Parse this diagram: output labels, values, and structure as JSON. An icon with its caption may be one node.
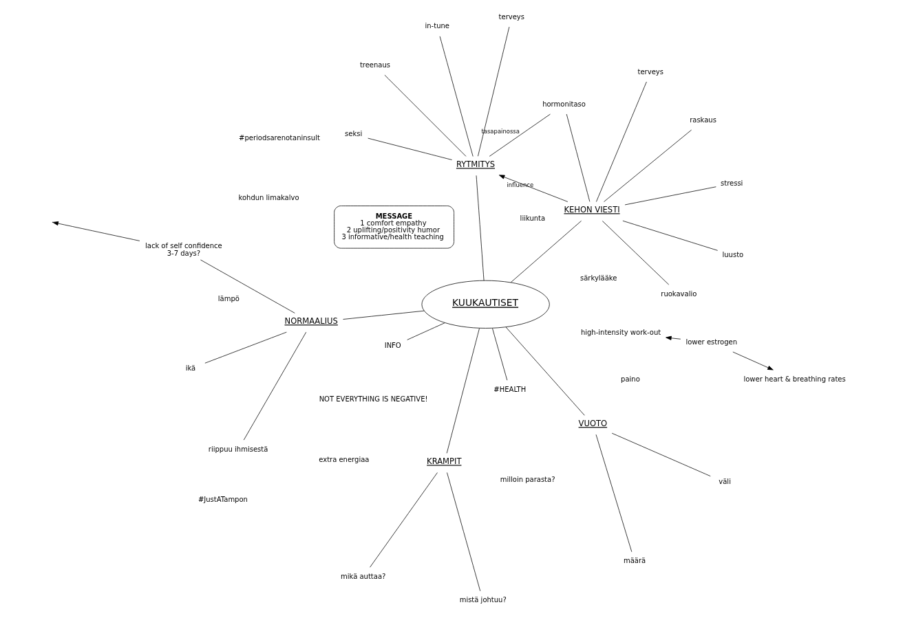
{
  "diagram": {
    "nodes": [
      {
        "text": [
          "MESSAGE",
          "1 comfort empathy",
          "2 uplifting/positivity humor",
          "3 informative/health teaching"
        ]
      },
      {
        "text": [
          "KRAMPIT"
        ]
      },
      {
        "text": [
          "mikä auttaa?"
        ]
      },
      {
        "text": [
          "mistä johtuu?"
        ]
      },
      {
        "text": [
          "INFO"
        ]
      },
      {
        "text": [
          "#HEALTH"
        ]
      },
      {
        "text": [
          "KUUKAUTISET"
        ]
      },
      {
        "text": [
          "KEHON VIESTI"
        ]
      },
      {
        "text": [
          "terveys"
        ]
      },
      {
        "text": [
          "ruokavalio"
        ]
      },
      {
        "text": [
          "stressi"
        ]
      },
      {
        "text": [
          "hormonitaso"
        ]
      },
      {
        "text": [
          "raskaus"
        ]
      },
      {
        "text": [
          "luusto"
        ]
      },
      {
        "text": [
          "VUOTO"
        ]
      },
      {
        "text": [
          "määrä"
        ]
      },
      {
        "text": [
          "väli"
        ]
      },
      {
        "text": [
          "RYTMITYS"
        ]
      },
      {
        "text": [
          "treenaus"
        ]
      },
      {
        "text": [
          "terveys"
        ]
      },
      {
        "text": [
          "seksi"
        ]
      },
      {
        "text": [
          "in-tune"
        ]
      },
      {
        "text": [
          "lower estrogen"
        ]
      },
      {
        "text": [
          "high-intensity work-out"
        ]
      },
      {
        "text": [
          "lower heart & breathing rates"
        ]
      },
      {
        "text": [
          "NORMAALIUS"
        ]
      },
      {
        "text": [
          "lack of self confidence",
          "3-7 days?"
        ]
      },
      {
        "text": [
          "ikä"
        ]
      },
      {
        "text": [
          "riippuu ihmisestä"
        ]
      }
    ],
    "edges": [
      {
        "from": 6,
        "to": 1,
        "arrow": "none"
      },
      {
        "from": 1,
        "to": 2,
        "arrow": "none"
      },
      {
        "from": 1,
        "to": 3,
        "arrow": "none"
      },
      {
        "from": 6,
        "to": 4,
        "arrow": "none"
      },
      {
        "from": 6,
        "to": 5,
        "arrow": "none"
      },
      {
        "from": 6,
        "to": 7,
        "arrow": "none"
      },
      {
        "from": 7,
        "to": 8,
        "arrow": "none"
      },
      {
        "from": 7,
        "to": 9,
        "arrow": "none"
      },
      {
        "from": 7,
        "to": 10,
        "arrow": "none"
      },
      {
        "from": 7,
        "to": 11,
        "arrow": "none"
      },
      {
        "from": 7,
        "to": 12,
        "arrow": "none"
      },
      {
        "from": 7,
        "to": 13,
        "arrow": "none"
      },
      {
        "from": 11,
        "to": 17,
        "arrow": "none",
        "label": "tasapainossa"
      },
      {
        "from": 7,
        "to": 17,
        "arrow": "to",
        "label": "influence"
      },
      {
        "from": 6,
        "to": 14,
        "arrow": "none"
      },
      {
        "from": 14,
        "to": 15,
        "arrow": "none"
      },
      {
        "from": 14,
        "to": 16,
        "arrow": "none"
      },
      {
        "from": 6,
        "to": 17,
        "arrow": "none"
      },
      {
        "from": 17,
        "to": 18,
        "arrow": "none"
      },
      {
        "from": 17,
        "to": 19,
        "arrow": "none"
      },
      {
        "from": 17,
        "to": 20,
        "arrow": "none"
      },
      {
        "from": 17,
        "to": 21,
        "arrow": "none"
      },
      {
        "from": 22,
        "to": 23,
        "arrow": "to"
      },
      {
        "from": 22,
        "to": 24,
        "arrow": "to"
      },
      {
        "from": 6,
        "to": 25,
        "arrow": "none"
      },
      {
        "from": 25,
        "to": 26,
        "arrow": "none"
      },
      {
        "from": 25,
        "to": 27,
        "arrow": "none"
      },
      {
        "from": 25,
        "to": 28,
        "arrow": "none"
      },
      {
        "from": 26,
        "to": null,
        "arrow": "to"
      }
    ],
    "labels": [
      "liikunta",
      "särkylääke",
      "lämpö",
      "kohdun limakalvo",
      "paino",
      "extra energiaa",
      "milloin parasta?",
      "#JustATampon",
      "#periodsarenotaninsult",
      "NOT EVERYTHING IS NEGATIVE!"
    ]
  }
}
